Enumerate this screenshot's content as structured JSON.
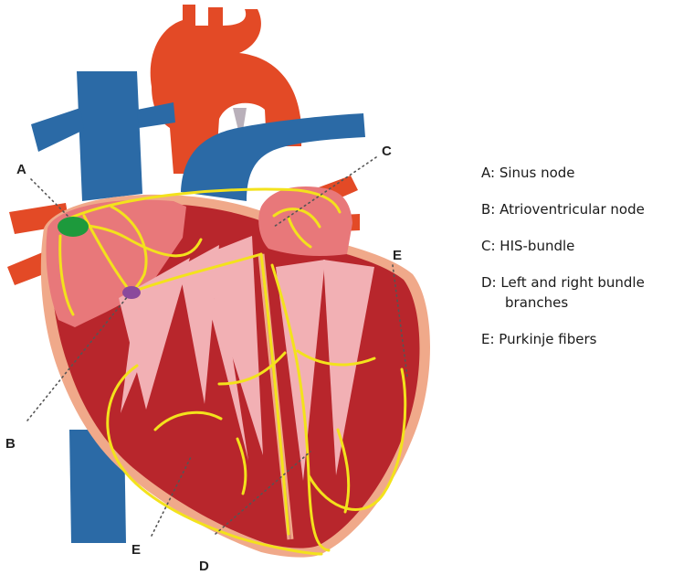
{
  "markers": {
    "a": "A",
    "b": "B",
    "c": "C",
    "d": "D",
    "e_right": "E",
    "e_bottom": "E"
  },
  "legend": {
    "items": [
      {
        "key": "A",
        "text": "A: Sinus node"
      },
      {
        "key": "B",
        "text": "B: Atrioventricular node"
      },
      {
        "key": "C",
        "text": "C: HIS-bundle"
      },
      {
        "key": "D",
        "text": "D: Left and right bundle",
        "text_cont": "branches"
      },
      {
        "key": "E",
        "text": "E: Purkinje fibers"
      }
    ]
  },
  "colors": {
    "aorta": "#e34a26",
    "vena_cava": "#2b6aa6",
    "myocardium": "#b8262c",
    "atrium": "#e8787a",
    "chamber_fiber": "#f2b0b4",
    "outer_wall": "#f0a98a",
    "conduction": "#f3e21c",
    "sinus_node": "#1d9a3c",
    "av_node": "#8a4a9c"
  }
}
